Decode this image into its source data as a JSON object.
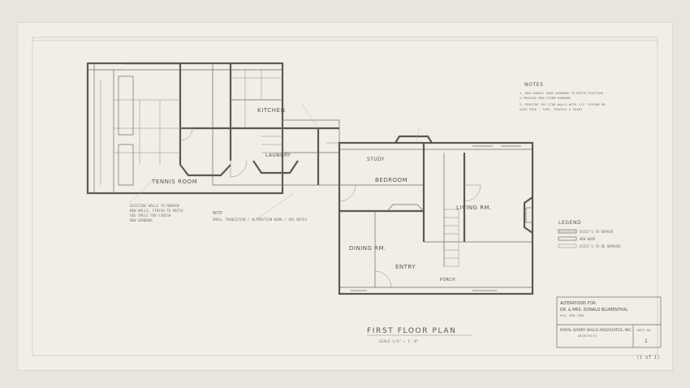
{
  "drawing": {
    "title": "FIRST FLOOR PLAN",
    "scale": "SCALE 1/4\" = 1'-0\"",
    "rooms": {
      "tennis_room": "TENNIS ROOM",
      "kitchen": "KITCHEN",
      "bedroom": "BEDROOM",
      "entry_hall": "ENTRY",
      "living_room": "LIVING RM.",
      "dining_room": "DINING RM.",
      "study": "STUDY",
      "laundry": "LAUNDRY",
      "porch": "PORCH"
    },
    "notes_heading": "NOTES",
    "notes": [
      "1. NEW DOUBLE HUNG WINDOWS TO MATCH EXISTING",
      "   & PROVIDE NEW STORM WINDOWS",
      "2. PROVIDE 2X4 STUD WALLS WITH 1/2\" GYPSUM BD.",
      "   EACH SIDE - TAPE, SPACKLE & PAINT"
    ],
    "note_label": "NOTE",
    "left_note": [
      "EXISTING WALLS TO REMAIN",
      "NEW WALLS, FINISH TO MATCH",
      "SEE SPECS FOR FINISH",
      "NEW WINDOWS"
    ],
    "center_note": "SMALL TRANSITION / ALTERATION WORK / SEE NOTES",
    "legend": {
      "heading": "LEGEND",
      "items": [
        "EXIST'G TO REMAIN",
        "NEW WORK",
        "EXIST'G TO BE REMOVED"
      ]
    },
    "title_block": {
      "line1": "ALTERATIONS FOR:",
      "line2": "DR. & MRS. DONALD BLUMENTHAL",
      "line3": "RYE, NEW YORK",
      "firm": "ROYAL BARRY WILLS ASSOCIATES, INC.",
      "firm_sub": "ARCHITECTS",
      "sheet_label": "SHEET NO.",
      "sheet_number": "1"
    },
    "corner_tag": "(1 of 1)"
  }
}
